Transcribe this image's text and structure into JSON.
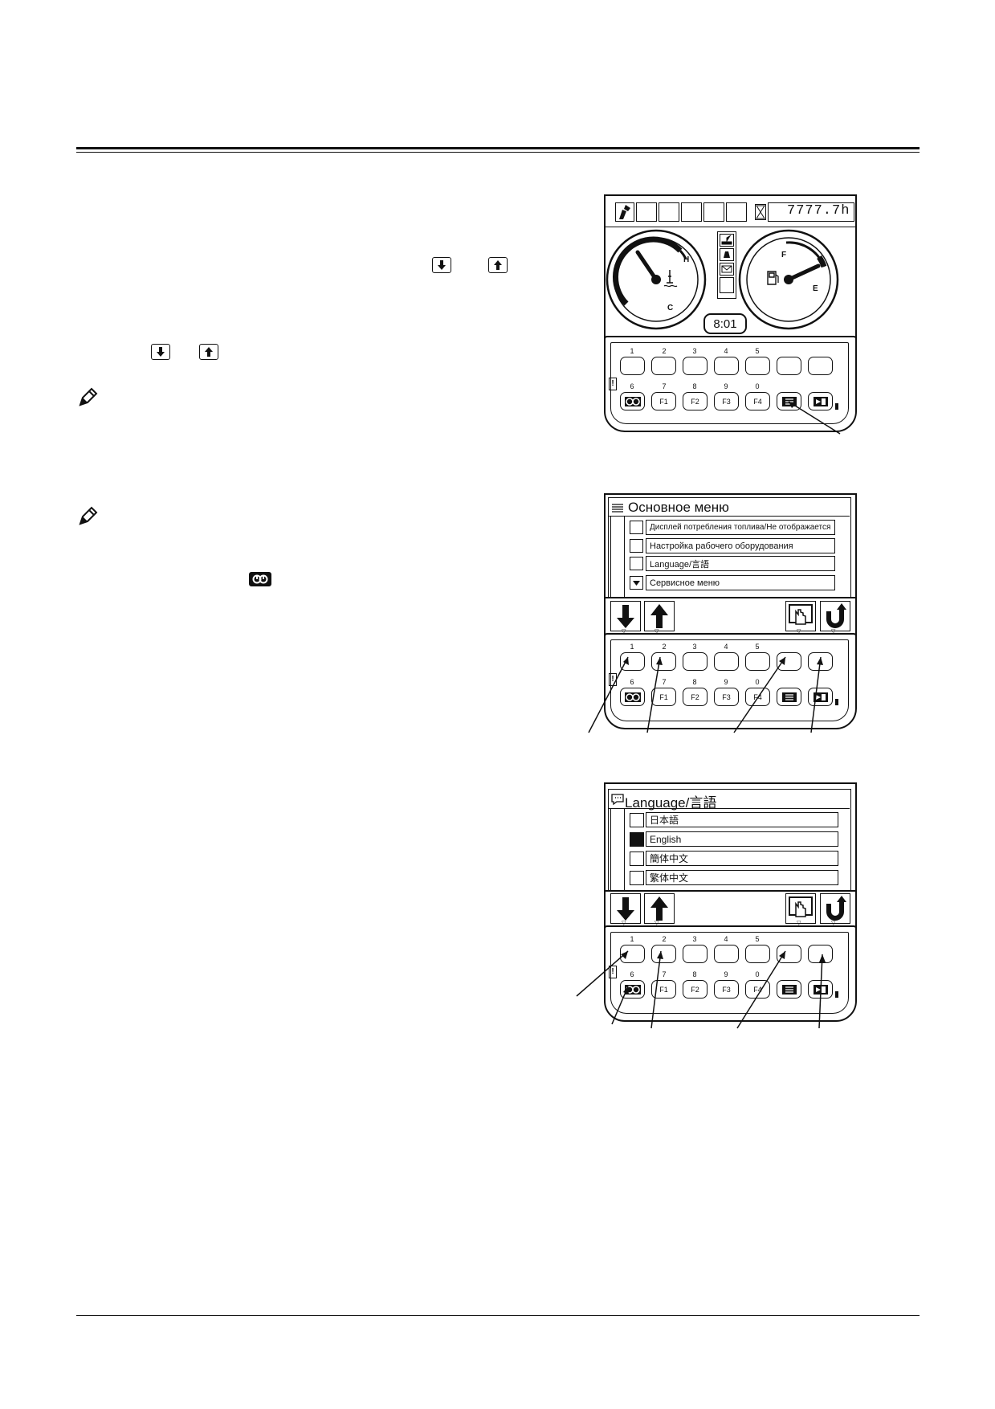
{
  "monitor": {
    "hour_meter": "7777.7h",
    "clock": "8:01",
    "temp_hot_label": "H",
    "temp_cold_label": "C",
    "fuel_full_label": "F",
    "fuel_empty_label": "E"
  },
  "keypad": {
    "top_numbers": [
      "1",
      "2",
      "3",
      "4",
      "5"
    ],
    "bottom_numbers": [
      "6",
      "7",
      "8",
      "9",
      "0"
    ],
    "function_keys": [
      "F1",
      "F2",
      "F3",
      "F4"
    ]
  },
  "main_menu": {
    "title": "Основное меню",
    "items": [
      "Дисплей потребления топлива/Не отображается",
      "Настройка рабочего оборудования",
      "Language/言語",
      "Сервисное меню"
    ]
  },
  "language_menu": {
    "title": "Language/言語",
    "items": [
      {
        "label": "日本語",
        "selected": false
      },
      {
        "label": "English",
        "selected": true
      },
      {
        "label": "簡体中文",
        "selected": false
      },
      {
        "label": "繁体中文",
        "selected": false
      }
    ]
  },
  "icons": {
    "note": "pencil-note-icon",
    "down": "arrow-down-icon",
    "up": "arrow-up-icon",
    "menu": "menu-list-icon",
    "camera": "camera-icon",
    "back": "back-u-turn-icon",
    "select": "hand-select-icon"
  }
}
